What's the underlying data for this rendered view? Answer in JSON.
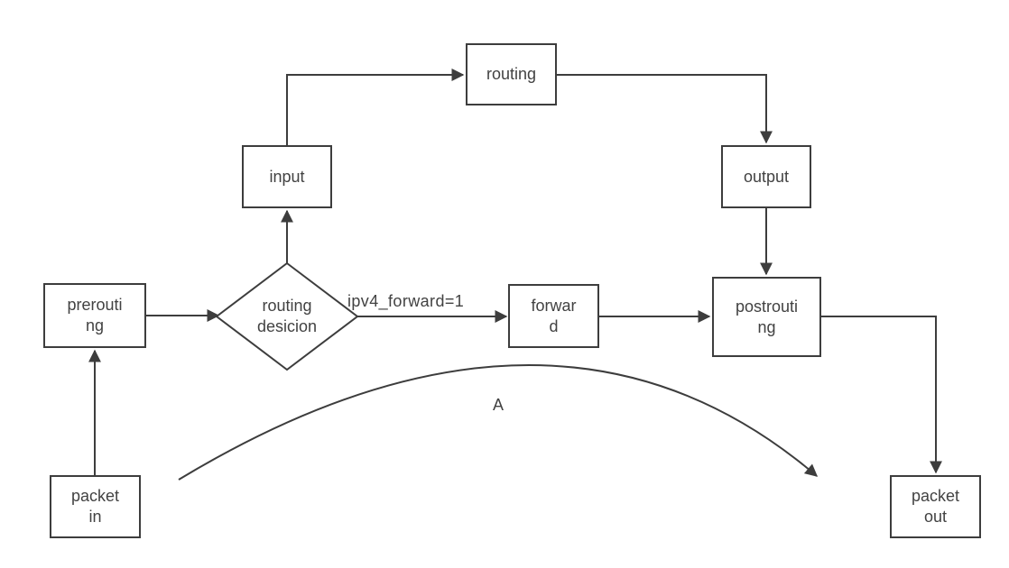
{
  "diagram": {
    "colors": {
      "stroke": "#3d3d3d",
      "text": "#424242",
      "background": "#ffffff"
    },
    "nodes": {
      "packet_in": {
        "label": "packet\nin"
      },
      "prerouting": {
        "label": "prerouti\nng"
      },
      "routing_decision": {
        "label": "routing\ndesicion"
      },
      "input": {
        "label": "input"
      },
      "routing": {
        "label": "routing"
      },
      "output": {
        "label": "output"
      },
      "forward": {
        "label": "forwar\nd"
      },
      "postrouting": {
        "label": "postrouti\nng"
      },
      "packet_out": {
        "label": "packet\nout"
      }
    },
    "labels": {
      "forward_condition": "ipv4_forward=1",
      "arc": "A"
    }
  }
}
